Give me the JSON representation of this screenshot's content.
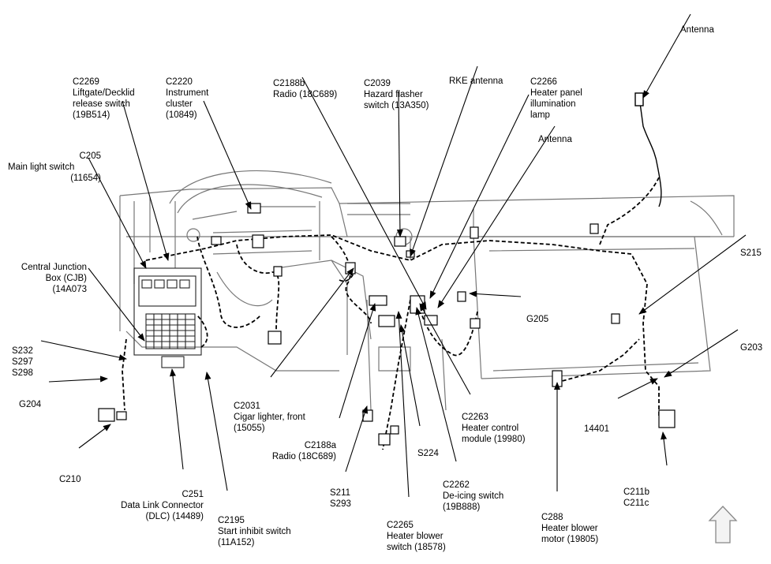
{
  "labels": {
    "antenna_top": [
      "Antenna"
    ],
    "c2269": [
      "C2269",
      "Liftgate/Decklid",
      "release switch",
      "(19B514)"
    ],
    "c2220": [
      "C2220",
      "Instrument",
      "cluster",
      "(10849)"
    ],
    "c2188b": [
      "C2188b",
      "Radio (18C689)"
    ],
    "c2039": [
      "C2039",
      "Hazard flasher",
      "switch (13A350)"
    ],
    "rke": [
      "RKE antenna"
    ],
    "c2266": [
      "C2266",
      "Heater panel",
      "illumination",
      "lamp"
    ],
    "antenna_mid": [
      "Antenna"
    ],
    "c205": [
      "C205",
      "Main light switch",
      "(11654)"
    ],
    "s215": [
      "S215"
    ],
    "cjb": [
      "Central Junction",
      "Box (CJB)",
      "(14A073"
    ],
    "g205": [
      "G205"
    ],
    "g203": [
      "G203"
    ],
    "s232": [
      "S232",
      "S297",
      "S298"
    ],
    "g204": [
      "G204"
    ],
    "c2031": [
      "C2031",
      "Cigar lighter, front",
      "(15055)"
    ],
    "c2263": [
      "C2263",
      "Heater control",
      "module (19980)"
    ],
    "n14401": [
      "14401"
    ],
    "c2188a": [
      "C2188a",
      "Radio (18C689)"
    ],
    "s224": [
      "S224"
    ],
    "c210": [
      "C210"
    ],
    "c251": [
      "C251",
      "Data Link Connector",
      "(DLC) (14489)"
    ],
    "s211": [
      "S211",
      "S293"
    ],
    "c2262": [
      "C2262",
      "De-icing switch",
      "(19B888)"
    ],
    "c211b": [
      "C211b",
      "C211c"
    ],
    "c2195": [
      "C2195",
      "Start inhibit switch",
      "(11A152)"
    ],
    "c2265": [
      "C2265",
      "Heater blower",
      "switch (18578)"
    ],
    "c288": [
      "C288",
      "Heater blower",
      "motor (19805)"
    ]
  },
  "icons": {
    "north_arrow": "up-arrow-icon"
  }
}
